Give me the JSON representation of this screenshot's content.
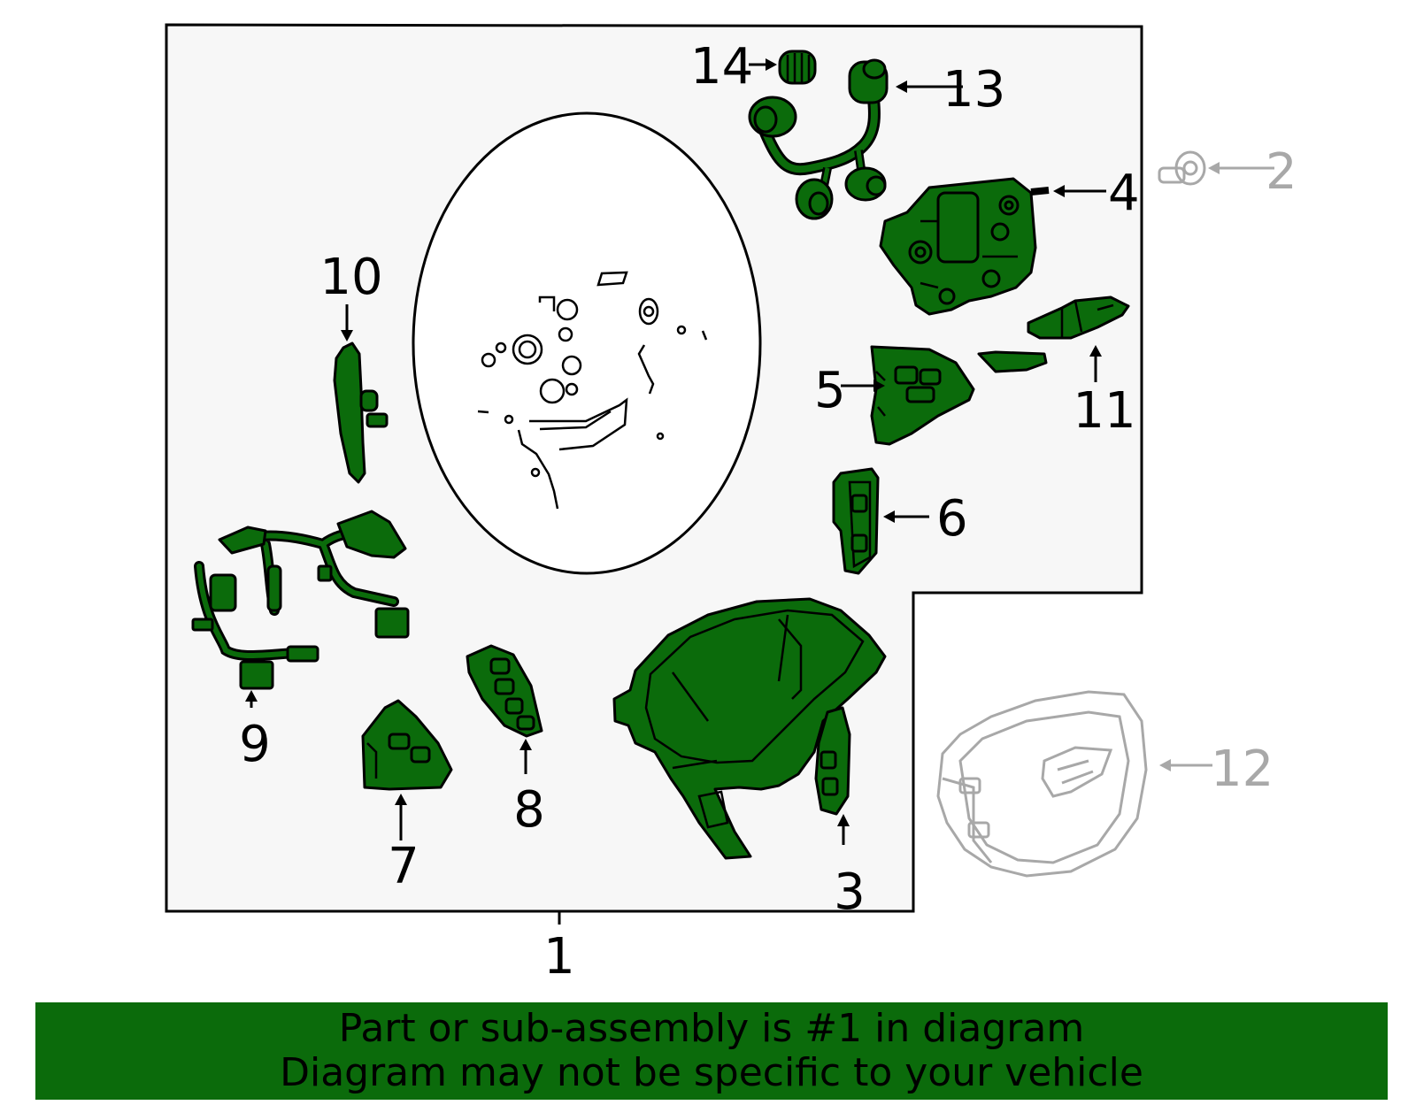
{
  "colors": {
    "highlight": "#0b6b0b",
    "outline": "#000000",
    "other_parts": "#a8a8a8",
    "panel": "#f7f7f7"
  },
  "callouts": [
    {
      "id": "1",
      "label": "1",
      "highlighted": true
    },
    {
      "id": "2",
      "label": "2",
      "highlighted": false
    },
    {
      "id": "3",
      "label": "3",
      "highlighted": true
    },
    {
      "id": "4",
      "label": "4",
      "highlighted": true
    },
    {
      "id": "5",
      "label": "5",
      "highlighted": true
    },
    {
      "id": "6",
      "label": "6",
      "highlighted": true
    },
    {
      "id": "7",
      "label": "7",
      "highlighted": true
    },
    {
      "id": "8",
      "label": "8",
      "highlighted": true
    },
    {
      "id": "9",
      "label": "9",
      "highlighted": true
    },
    {
      "id": "10",
      "label": "10",
      "highlighted": true
    },
    {
      "id": "11",
      "label": "11",
      "highlighted": true
    },
    {
      "id": "12",
      "label": "12",
      "highlighted": false
    },
    {
      "id": "13",
      "label": "13",
      "highlighted": true
    },
    {
      "id": "14",
      "label": "14",
      "highlighted": true
    }
  ],
  "banner": {
    "line1": "Part or sub-assembly is #1 in diagram",
    "line2": "Diagram may not be specific to your vehicle"
  }
}
